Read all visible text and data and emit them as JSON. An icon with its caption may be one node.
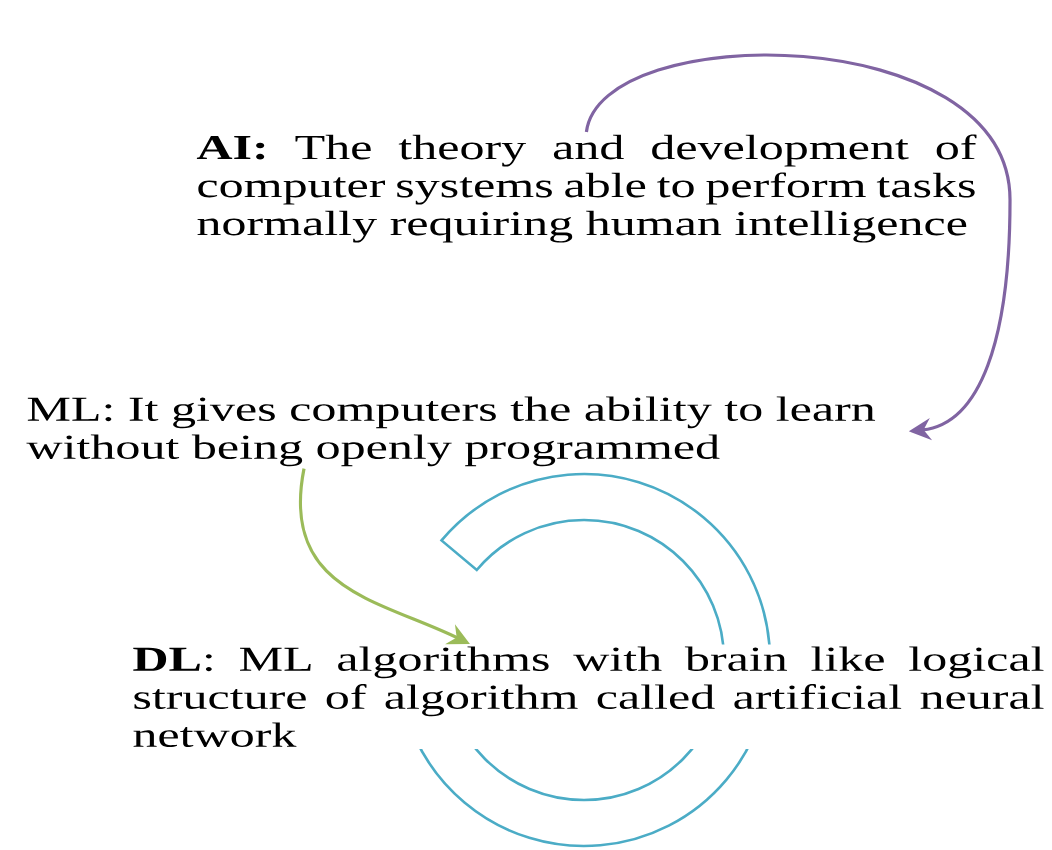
{
  "diagram": {
    "nodes": [
      {
        "text": [
          "**AI:** The theory and development of computer systems able to perform tasks normally requiring human intelligence"
        ]
      },
      {
        "text": [
          "ML: It gives computers the ability to learn without being openly programmed"
        ]
      },
      {
        "text": [
          "**DL**: ML algorithms with brain like logical structure of algorithm called artificial neural network"
        ]
      }
    ],
    "edges": [
      {
        "from": 0,
        "to": 1,
        "arrow": "to",
        "color": "#8064a2"
      },
      {
        "from": 1,
        "to": 2,
        "arrow": "to",
        "color": "#9bbb59"
      }
    ]
  }
}
